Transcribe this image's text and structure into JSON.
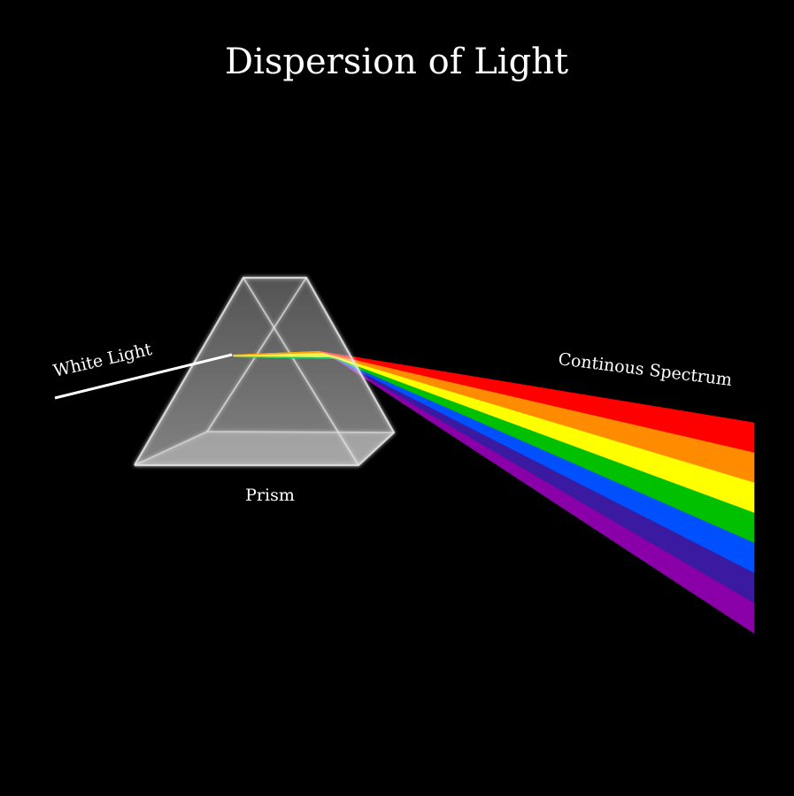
{
  "title": "Dispersion of Light",
  "labels": {
    "white_light": "White Light",
    "prism": "Prism",
    "spectrum": "Continous Spectrum"
  },
  "colors": {
    "background": "#000000",
    "text": "#ffffff",
    "prism_edge": "#e0e0e0"
  },
  "spectrum_bands": [
    {
      "name": "red",
      "color": "#ff0000"
    },
    {
      "name": "orange",
      "color": "#ff8c00"
    },
    {
      "name": "yellow",
      "color": "#ffff00"
    },
    {
      "name": "green",
      "color": "#00c000"
    },
    {
      "name": "blue",
      "color": "#0050ff"
    },
    {
      "name": "indigo",
      "color": "#3a1aa0"
    },
    {
      "name": "violet",
      "color": "#8a00a8"
    }
  ]
}
